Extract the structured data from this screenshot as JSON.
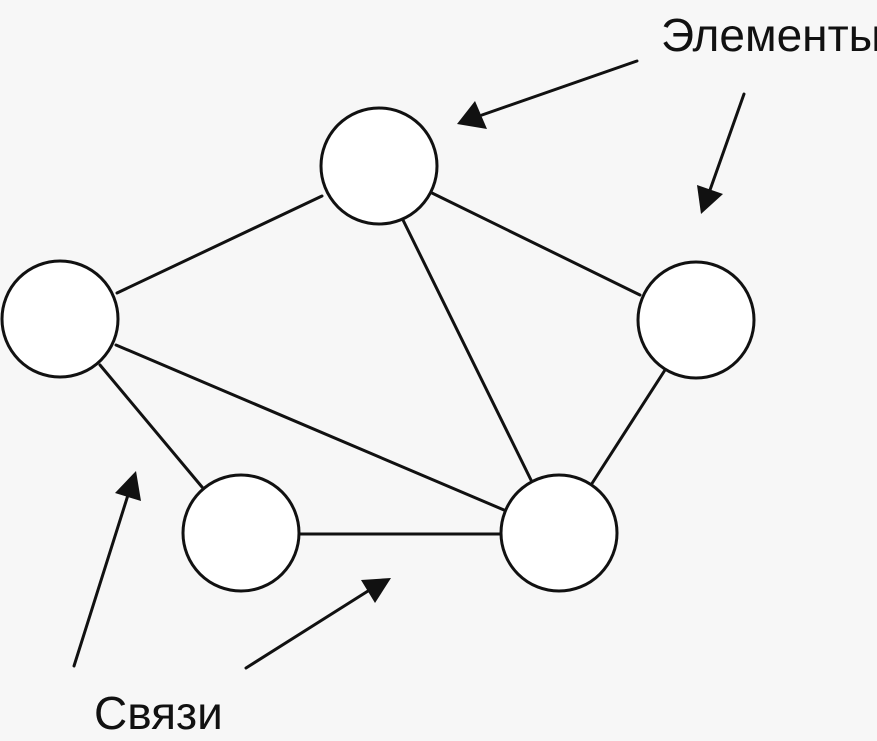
{
  "labels": {
    "elements": "Элементы",
    "links": "Связи"
  },
  "colors": {
    "ink": "#111111",
    "node_fill": "#ffffff",
    "background": "#f7f7f7"
  },
  "diagram": {
    "nodes": [
      "top",
      "left",
      "right",
      "bottom-left",
      "bottom-right"
    ],
    "edges": [
      [
        "left",
        "top"
      ],
      [
        "top",
        "right"
      ],
      [
        "top",
        "bottom-right"
      ],
      [
        "left",
        "bottom-right"
      ],
      [
        "left",
        "bottom-left"
      ],
      [
        "bottom-left",
        "bottom-right"
      ],
      [
        "right",
        "bottom-right"
      ]
    ],
    "arrows": [
      {
        "from": "label-elements",
        "to": "top"
      },
      {
        "from": "label-elements",
        "to": "right"
      },
      {
        "from": "label-links",
        "to": "edge-left-bottom-left"
      },
      {
        "from": "label-links",
        "to": "edge-bottom-left-bottom-right"
      }
    ]
  }
}
